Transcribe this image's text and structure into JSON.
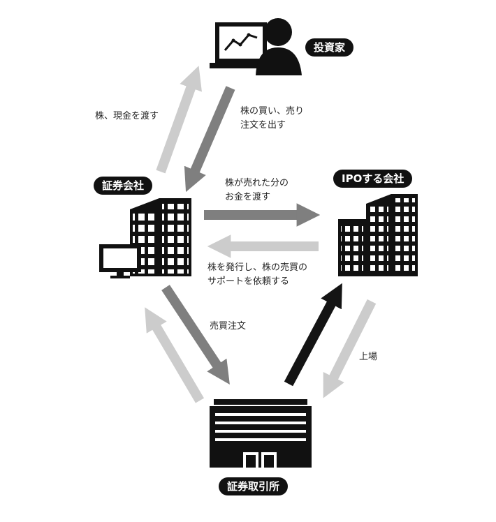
{
  "nodes": {
    "investor": "投資家",
    "securities_company": "証券会社",
    "ipo_company": "IPOする会社",
    "stock_exchange": "証券取引所"
  },
  "edges": {
    "stock_cash_to_investor": "株、現金を渡す",
    "buy_sell_order": [
      "株の買い、売り",
      "注文を出す"
    ],
    "pay_proceeds": [
      "株が売れた分の",
      "お金を渡す"
    ],
    "request_issue_support": [
      "株を発行し、株の売買の",
      "サポートを依頼する"
    ],
    "trade_order": "売買注文",
    "listing": "上場"
  },
  "colors": {
    "light_arrow": "#cccccc",
    "mid_arrow": "#7f7f7f",
    "dark_arrow": "#141414",
    "node_pill": "#111111",
    "building": "#111111"
  },
  "icons": [
    "investor-icon",
    "securities-company-building-icon",
    "computer-monitor-icon",
    "ipo-company-building-icon",
    "stock-exchange-building-icon"
  ]
}
